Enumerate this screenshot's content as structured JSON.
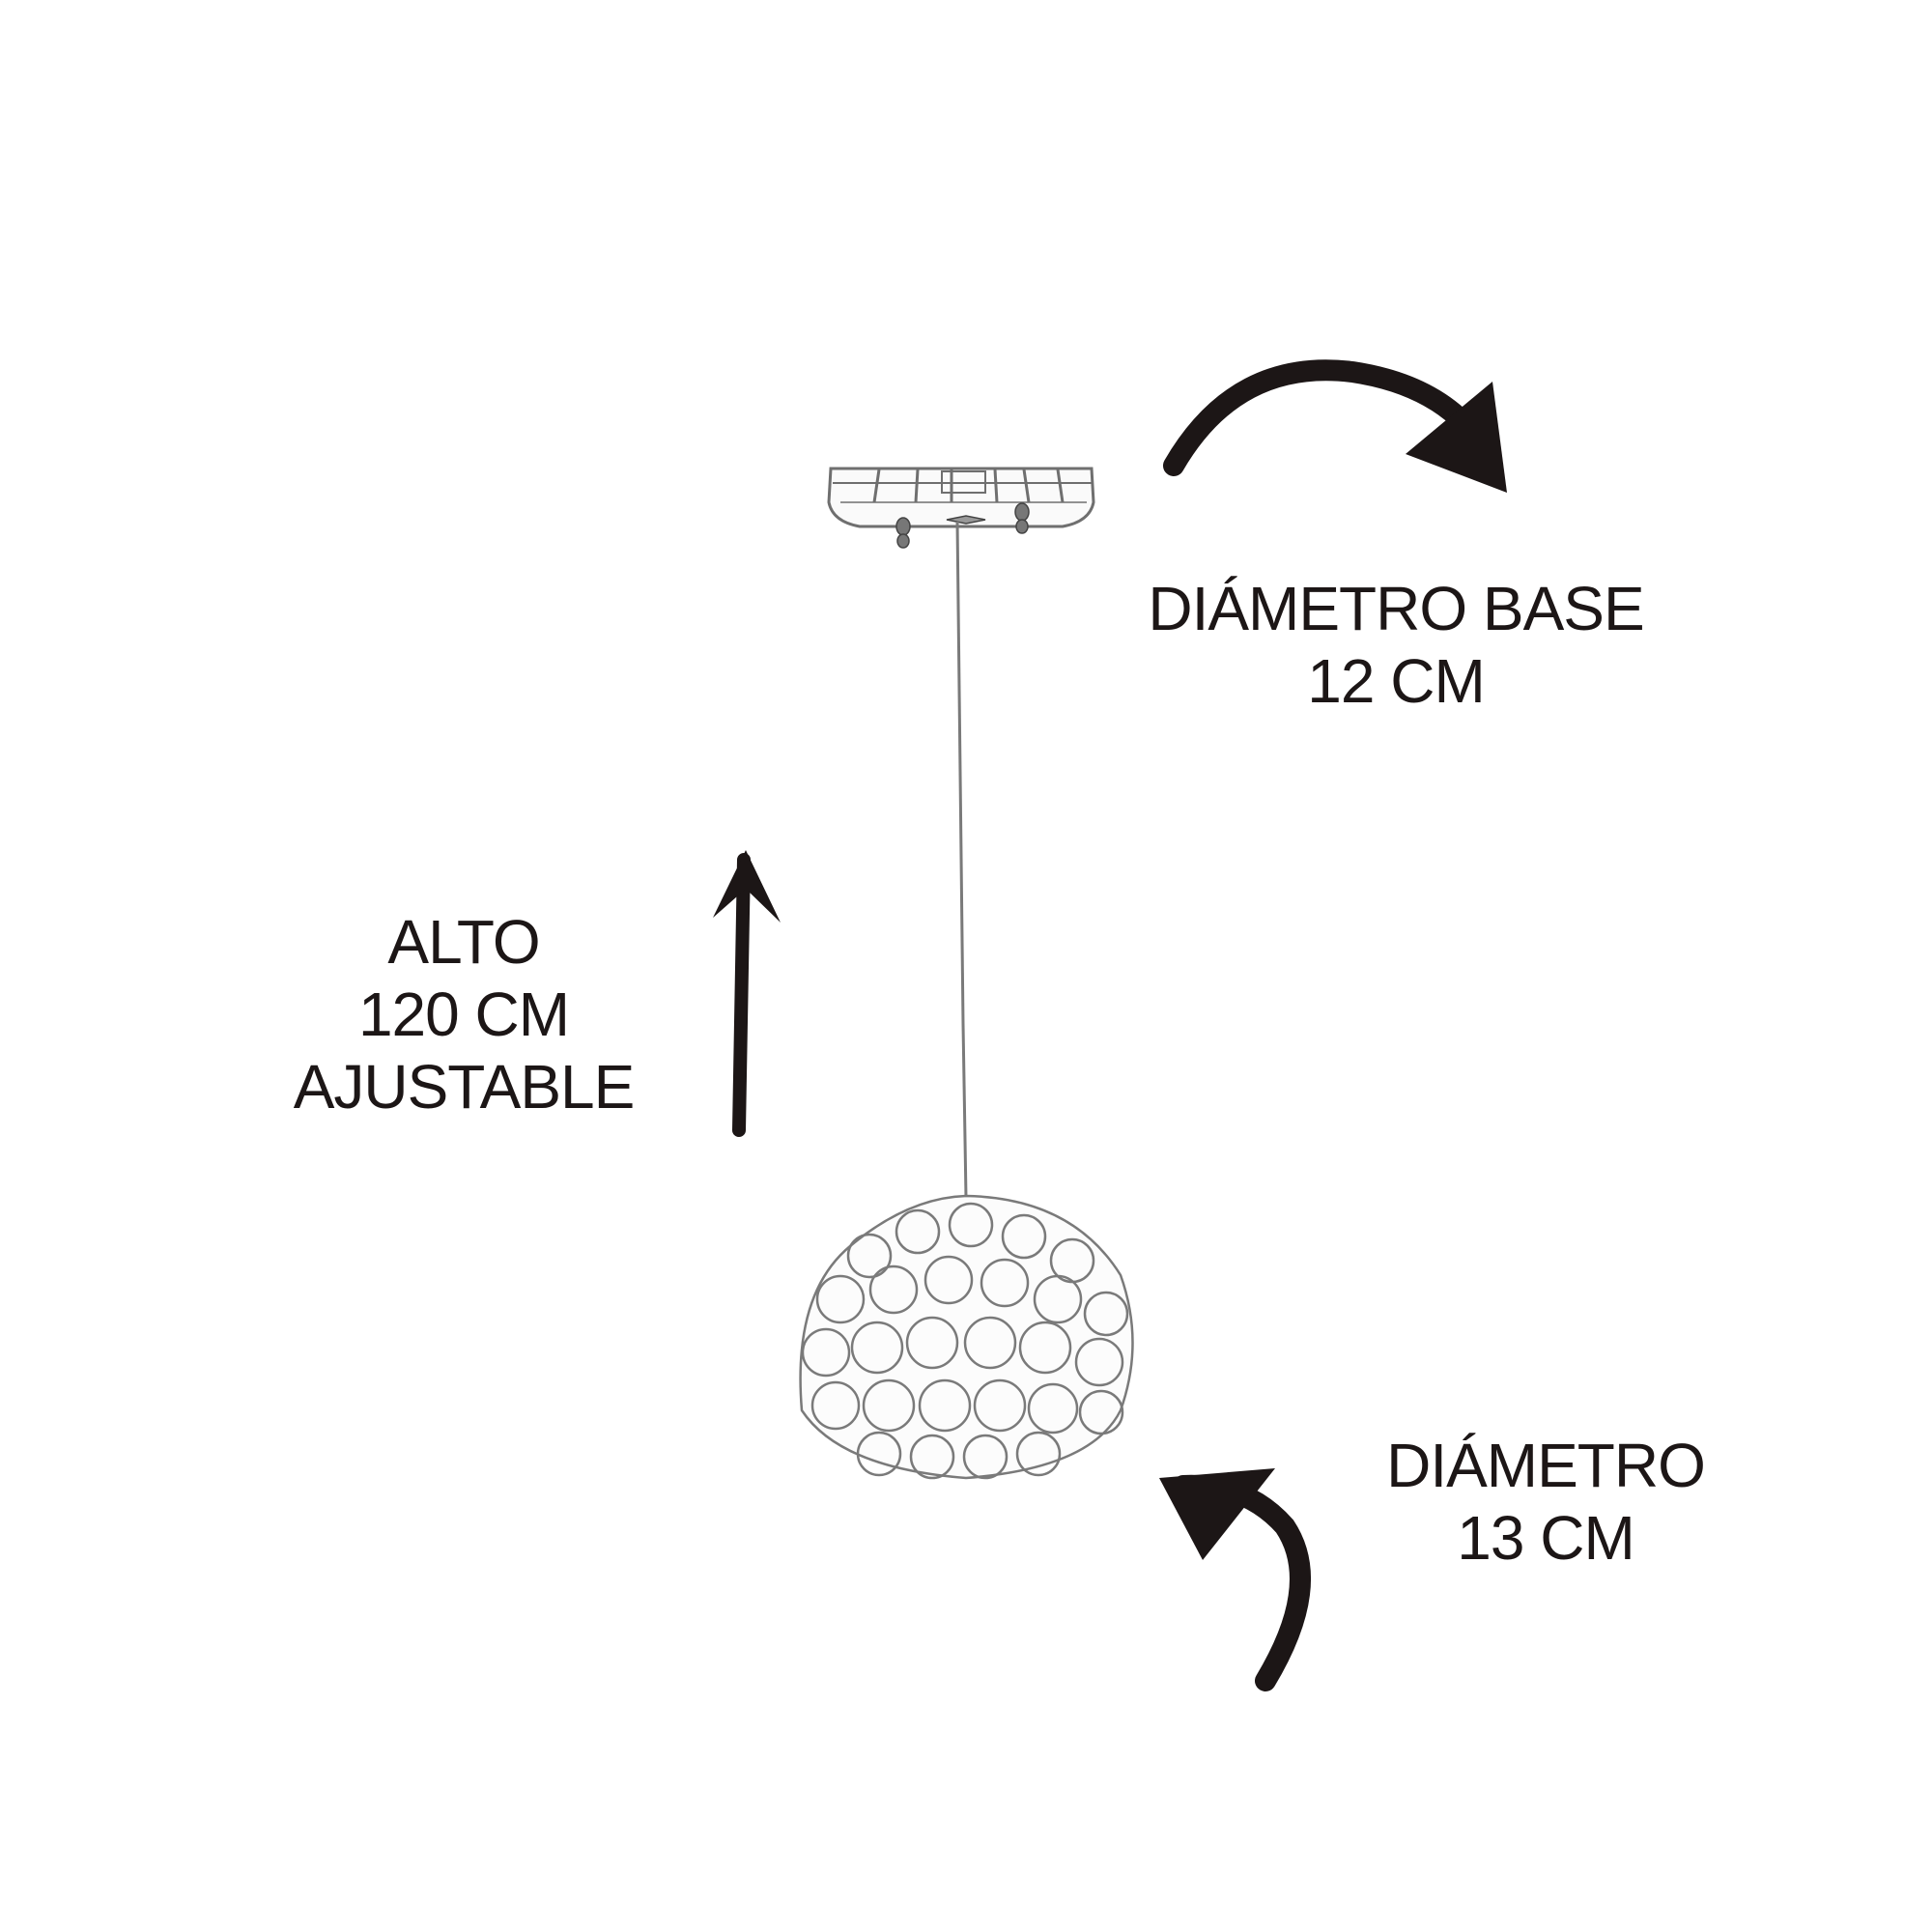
{
  "labels": {
    "base": {
      "line1": "DIÁMETRO BASE",
      "line2": "12 CM"
    },
    "alto": {
      "line1": "ALTO",
      "line2": "120 CM",
      "line3": "AJUSTABLE"
    },
    "diametro": {
      "line1": "DIÁMETRO",
      "line2": "13 CM"
    }
  },
  "colors": {
    "ink": "#1c1616",
    "sketch": "#6f6f6f",
    "background": "#ffffff"
  },
  "icons": {
    "product": "pendant-lamp-sketch",
    "arrows": [
      "curved-arrow-right",
      "straight-arrow-up",
      "curved-arrow-left"
    ]
  }
}
